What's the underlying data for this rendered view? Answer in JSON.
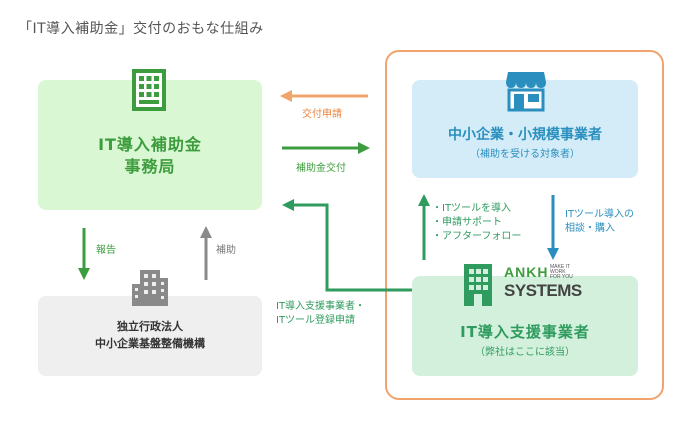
{
  "title": "「IT導入補助金」交付のおもな仕組み",
  "secretariat": {
    "line1": "IT導入補助金",
    "line2": "事務局",
    "icon": "office-building-icon"
  },
  "agency": {
    "line1": "独立行政法人",
    "line2": "中小企業基盤整備機構",
    "icon": "government-building-icon"
  },
  "sme": {
    "name": "中小企業・小規模事業者",
    "sub": "（補助を受ける対象者）",
    "icon": "storefront-icon"
  },
  "vendor": {
    "name": "IT導入支援事業者",
    "sub": "（弊社はここに該当）",
    "icon": "office-building-icon"
  },
  "logo": {
    "brand_top": "ANKH",
    "brand_bottom": "SYSTEMS",
    "tag1": "MAKE IT",
    "tag2": "WORK",
    "tag3": "FOR YOU"
  },
  "arrows": {
    "application": "交付申請",
    "grant": "補助金交付",
    "report": "報告",
    "subsidy": "補助",
    "register_line1": "IT導入支援事業者・",
    "register_line2": "ITツール登録申請",
    "introduce_line1": "・ITツールを導入",
    "introduce_line2": "・申請サポート",
    "introduce_line3": "・アフターフォロー",
    "consult_line1": "ITツール導入の",
    "consult_line2": "相談・購入"
  },
  "colors": {
    "orange": "#f0a46c",
    "green": "#3d9c3d",
    "gray": "#888888",
    "blue": "#2a8fbf",
    "teal": "#2f9b5f"
  }
}
